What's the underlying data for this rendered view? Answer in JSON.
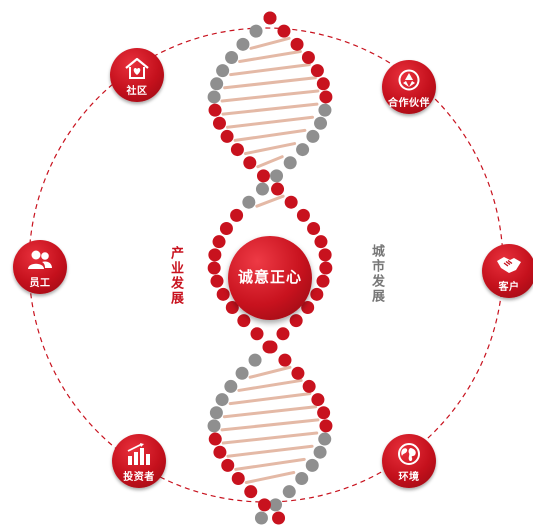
{
  "center": {
    "label": "诚意正心"
  },
  "side_labels": {
    "left": "产业发展",
    "right": "城市发展"
  },
  "nodes": {
    "community": {
      "label": "社区",
      "icon": "house-heart-icon"
    },
    "partner": {
      "label": "合作伙伴",
      "icon": "cycle-arrows-icon"
    },
    "employee": {
      "label": "员工",
      "icon": "people-icon"
    },
    "customer": {
      "label": "客户",
      "icon": "handshake-icon"
    },
    "investor": {
      "label": "投资者",
      "icon": "growth-bars-icon"
    },
    "environment": {
      "label": "环境",
      "icon": "earth-icon"
    }
  },
  "colors": {
    "red": "#c8121e",
    "gray": "#8f8f8f",
    "rung": "#e4b9a6"
  }
}
